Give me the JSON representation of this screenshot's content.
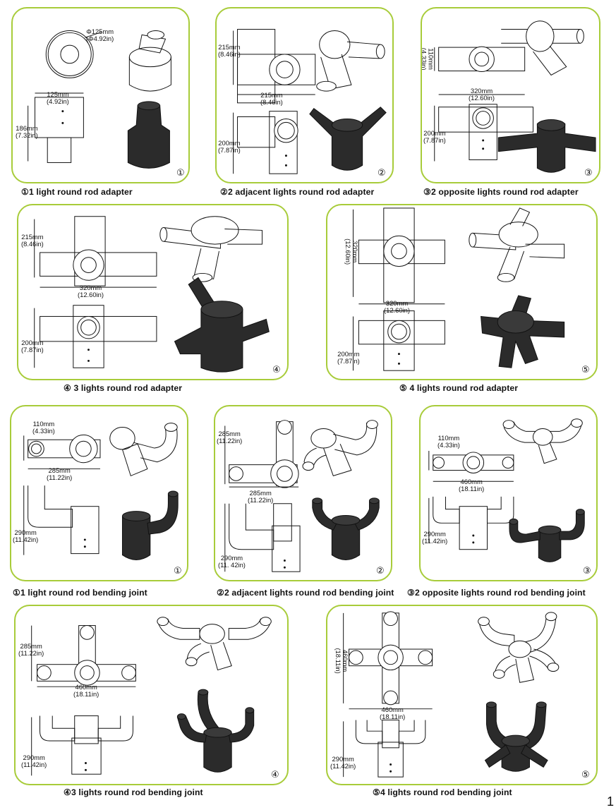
{
  "page_number": "1",
  "cards": [
    {
      "id": "c1",
      "num": "①",
      "caption": "①1 light round rod adapter",
      "dims": {
        "a": "Φ125mm",
        "b": "(Φ4.92in)",
        "c": "125mm",
        "d": "(4.92in)",
        "e": "186mm",
        "f": "(7.32in)"
      }
    },
    {
      "id": "c2",
      "num": "②",
      "caption": "②2 adjacent lights round rod adapter",
      "dims": {
        "a": "215mm",
        "b": "(8.46in)",
        "c": "215mm",
        "d": "(8.46in)",
        "e": "200mm",
        "f": "(7.87in)"
      }
    },
    {
      "id": "c3",
      "num": "③",
      "caption": "③2 opposite lights round rod adapter",
      "dims": {
        "a": "110mm",
        "b": "(4.33in)",
        "c": "320mm",
        "d": "(12.60in)",
        "e": "200mm",
        "f": "(7.87in)"
      }
    },
    {
      "id": "c4",
      "num": "④",
      "caption": "④ 3 lights round rod adapter",
      "dims": {
        "a": "215mm",
        "b": "(8.46in)",
        "c": "320mm",
        "d": "(12.60in)",
        "e": "200mm",
        "f": "(7.87in)"
      }
    },
    {
      "id": "c5",
      "num": "⑤",
      "caption": "⑤ 4 lights round rod adapter",
      "dims": {
        "a": "320mm",
        "b": "(12.60in)",
        "c": "320mm",
        "d": "(12.60in)",
        "e": "200mm",
        "f": "(7.87in)"
      }
    },
    {
      "id": "c6",
      "num": "①",
      "caption": "①1 light round rod bending joint",
      "dims": {
        "a": "110mm",
        "b": "(4.33in)",
        "c": "285mm",
        "d": "(11.22in)",
        "e": "290mm",
        "f": "(11.42in)"
      }
    },
    {
      "id": "c7",
      "num": "②",
      "caption": "②2 adjacent lights round rod bending joint",
      "dims": {
        "a": "285mm",
        "b": "(11.22in)",
        "c": "285mm",
        "d": "(11.22in)",
        "e": "290mm",
        "f": "(11. 42in)"
      }
    },
    {
      "id": "c8",
      "num": "③",
      "caption": "③2 opposite lights round rod bending joint",
      "dims": {
        "a": "110mm",
        "b": "(4.33in)",
        "c": "460mm",
        "d": "(18.11in)",
        "e": "290mm",
        "f": "(11.42in)"
      }
    },
    {
      "id": "c9",
      "num": "④",
      "caption": "④3 lights round rod bending joint",
      "dims": {
        "a": "285mm",
        "b": "(11.22in)",
        "c": "460mm",
        "d": "(18.11in)",
        "e": "290mm",
        "f": "(11.42in)"
      }
    },
    {
      "id": "c10",
      "num": "⑤",
      "caption": "⑤4 lights round rod bending joint",
      "dims": {
        "a": "460mm",
        "b": "(18.11in)",
        "c": "460mm",
        "d": "(18.11in)",
        "e": "290mm",
        "f": "(11.42in)"
      }
    }
  ],
  "colors": {
    "card_border": "#a8cc3a",
    "part_dark": "#3a3a3a"
  }
}
